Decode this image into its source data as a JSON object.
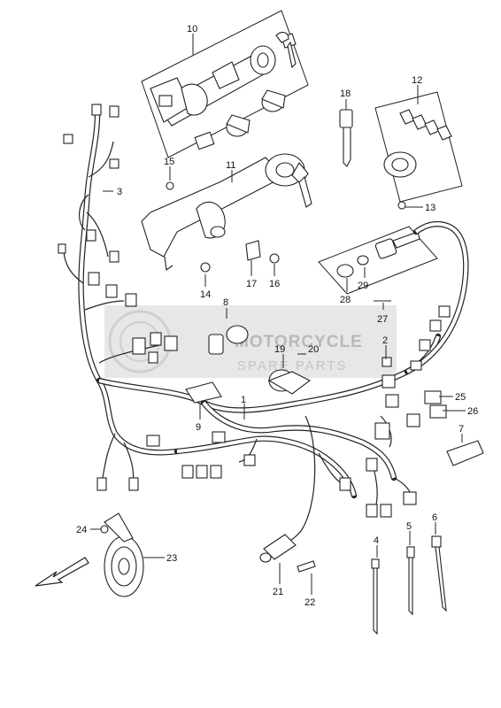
{
  "watermark": {
    "line1": "MOTORCYCLE",
    "line2": "SPARE PARTS"
  },
  "part_labels": [
    {
      "id": "p1",
      "text": "1"
    },
    {
      "id": "p2",
      "text": "2"
    },
    {
      "id": "p3",
      "text": "3"
    },
    {
      "id": "p4",
      "text": "4"
    },
    {
      "id": "p5",
      "text": "5"
    },
    {
      "id": "p6",
      "text": "6"
    },
    {
      "id": "p7",
      "text": "7"
    },
    {
      "id": "p8",
      "text": "8"
    },
    {
      "id": "p9",
      "text": "9"
    },
    {
      "id": "p10",
      "text": "10"
    },
    {
      "id": "p11",
      "text": "11"
    },
    {
      "id": "p12",
      "text": "12"
    },
    {
      "id": "p13",
      "text": "13"
    },
    {
      "id": "p14",
      "text": "14"
    },
    {
      "id": "p15",
      "text": "15"
    },
    {
      "id": "p16",
      "text": "16"
    },
    {
      "id": "p17",
      "text": "17"
    },
    {
      "id": "p18",
      "text": "18"
    },
    {
      "id": "p19",
      "text": "19"
    },
    {
      "id": "p20",
      "text": "20"
    },
    {
      "id": "p21",
      "text": "21"
    },
    {
      "id": "p22",
      "text": "22"
    },
    {
      "id": "p23",
      "text": "23"
    },
    {
      "id": "p24",
      "text": "24"
    },
    {
      "id": "p25",
      "text": "25"
    },
    {
      "id": "p26",
      "text": "26"
    },
    {
      "id": "p27",
      "text": "27"
    },
    {
      "id": "p28",
      "text": "28"
    },
    {
      "id": "p29",
      "text": "29"
    }
  ]
}
